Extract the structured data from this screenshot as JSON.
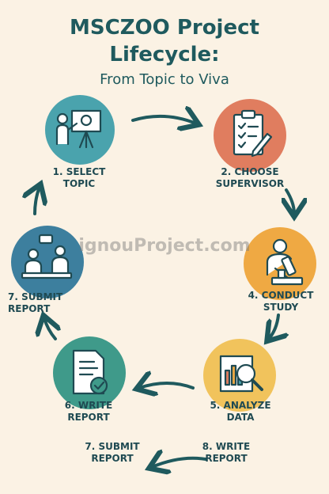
{
  "title_line1": "MSCZOO Project",
  "title_line2": "Lifecycle:",
  "subtitle": "From Topic to Viva",
  "watermark": "ignouProject.com",
  "steps": [
    {
      "line1": "1. SELECT",
      "line2": "TOPIC",
      "color": "#4aa3ad",
      "icon": "presentation-icon"
    },
    {
      "line1": "2. CHOOSE",
      "line2": "SUPERVISOR",
      "color": "#e07d5f",
      "icon": "checklist-icon"
    },
    {
      "line1": "4. CONDUCT",
      "line2": "STUDY",
      "color": "#efa943",
      "icon": "microscope-icon"
    },
    {
      "line1": "5. ANALYZE",
      "line2": "DATA",
      "color": "#f1c35c",
      "icon": "chart-magnifier-icon"
    },
    {
      "line1": "6. WRITE",
      "line2": "REPORT",
      "color": "#3f9a8a",
      "icon": "document-check-icon"
    },
    {
      "line1": "7. SUBMIT",
      "line2": "REPORT",
      "color": "#3d7f9e",
      "icon": "meeting-icon"
    }
  ],
  "extra_labels": [
    {
      "line1": "7. SUBMIT",
      "line2": "REPORT"
    },
    {
      "line1": "8. WRITE",
      "line2": "REPORT"
    }
  ],
  "arrow_color": "#1f5a5e"
}
